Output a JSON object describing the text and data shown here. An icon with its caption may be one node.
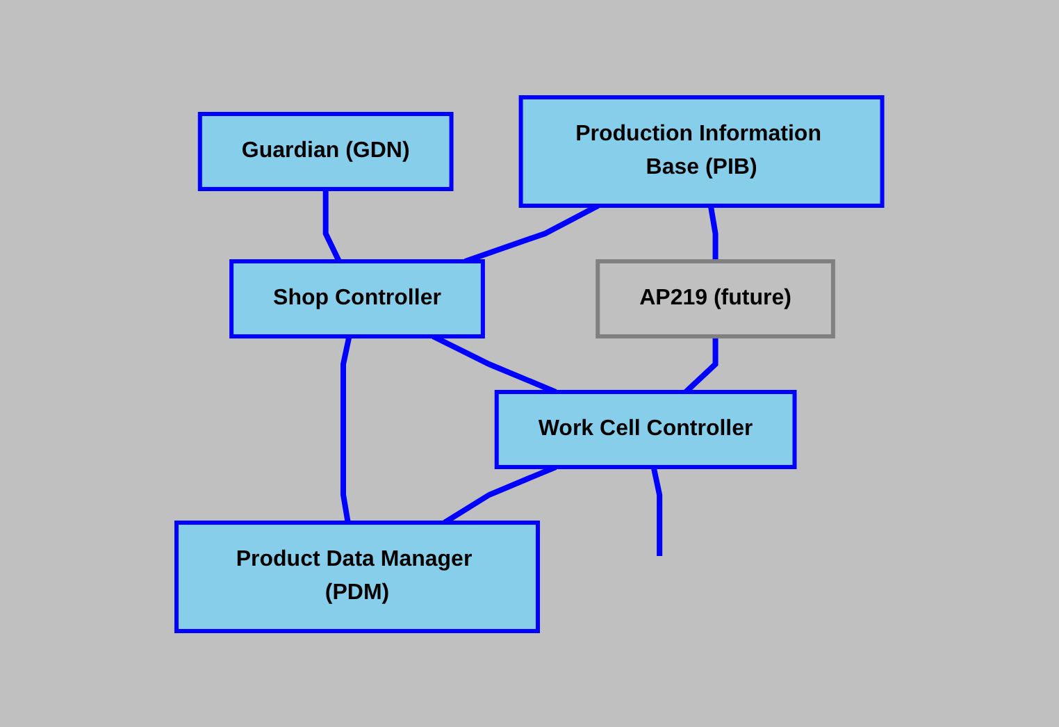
{
  "diagram": {
    "nodes": [
      {
        "text": [
          "Guardian (GDN)"
        ]
      },
      {
        "text": [
          "Production Information Base (PIB)"
        ]
      },
      {
        "text": [
          "Shop Controller"
        ]
      },
      {
        "text": [
          "Product Data Manager (PDM)"
        ]
      },
      {
        "text": [
          "AP219 (future)"
        ]
      },
      {
        "text": [
          "Work Cell Controller"
        ]
      }
    ],
    "edges": [
      {
        "from": 0,
        "to": 2,
        "arrow": "none"
      },
      {
        "from": 1,
        "to": 2,
        "arrow": "none"
      },
      {
        "from": 2,
        "to": 3,
        "arrow": "none"
      },
      {
        "from": 1,
        "to": 4,
        "arrow": "none"
      },
      {
        "from": 2,
        "to": 5,
        "arrow": "none"
      },
      {
        "from": 4,
        "to": 5,
        "arrow": "none"
      },
      {
        "from": 5,
        "to": 3,
        "arrow": "none"
      },
      {
        "from": 5,
        "to": null,
        "arrow": "none"
      }
    ]
  }
}
